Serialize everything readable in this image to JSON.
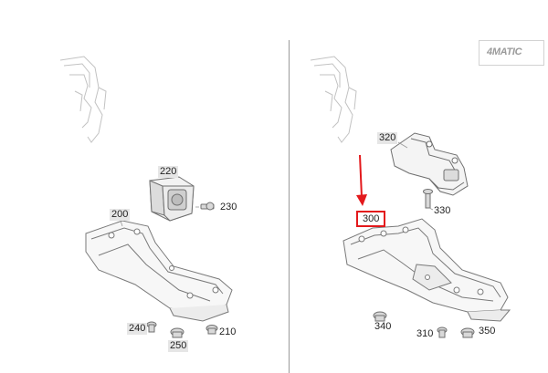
{
  "logo": {
    "text": "4MATIC"
  },
  "left_panel": {
    "labels": {
      "p220": "220",
      "p230": "230",
      "p200": "200",
      "p240": "240",
      "p250": "250",
      "p210": "210"
    }
  },
  "right_panel": {
    "labels": {
      "p320": "320",
      "p330": "330",
      "p300": "300",
      "p340": "340",
      "p310": "310",
      "p350": "350"
    },
    "highlighted": "300"
  },
  "colors": {
    "line": "#8a8a8a",
    "ghost": "#c2c2c2",
    "highlight": "#e3191c"
  }
}
